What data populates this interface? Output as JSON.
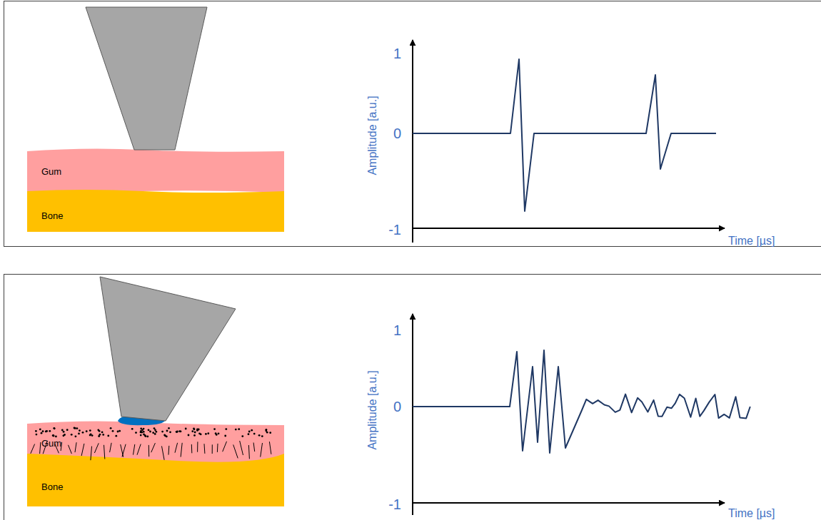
{
  "diagram": {
    "nodes": [
      {
        "text": [
          "Gum"
        ]
      },
      {
        "text": [
          "Bone"
        ]
      },
      {
        "text": [
          "Gum"
        ]
      },
      {
        "text": [
          "Bone"
        ]
      }
    ],
    "labels": [
      "1",
      "0",
      "-1",
      "Amplitude [a.u.]",
      "Time [µs]",
      "1",
      "0",
      "-1",
      "Amplitude [a.u.]",
      "Time [µs]"
    ]
  }
}
